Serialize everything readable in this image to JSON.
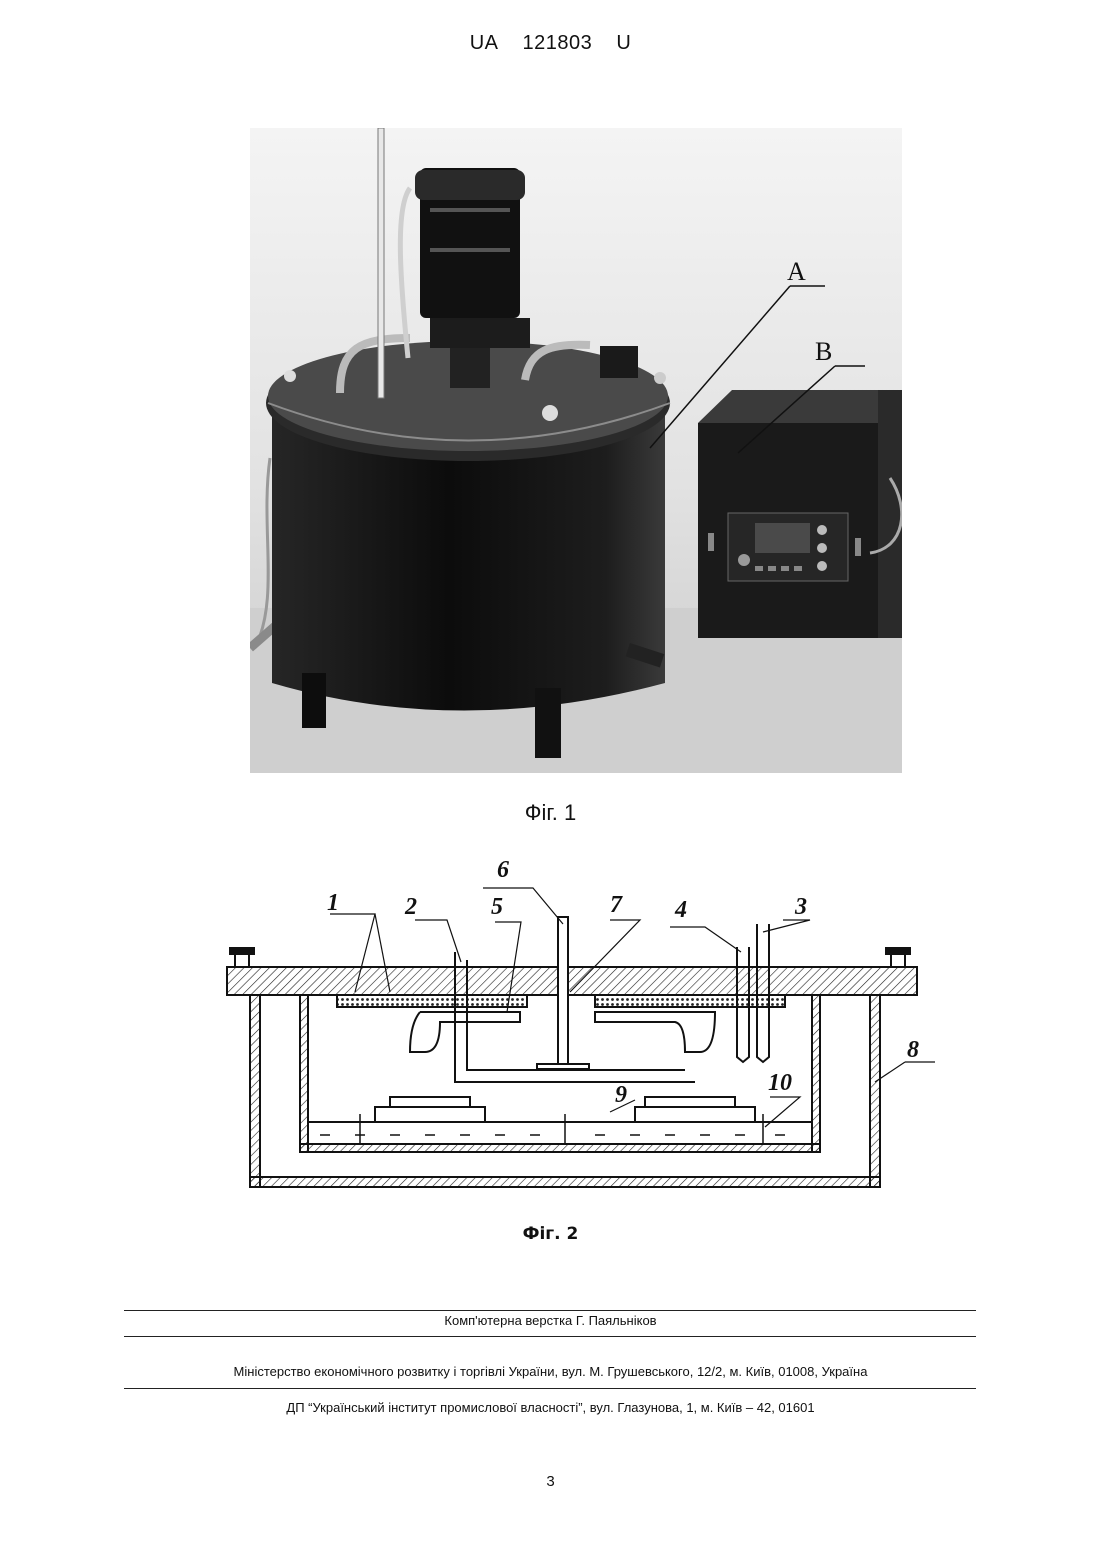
{
  "header": {
    "country": "UA",
    "number": "121803",
    "kind": "U"
  },
  "figure1": {
    "caption": "Фіг. 1",
    "labels": {
      "a": "A",
      "b": "B"
    }
  },
  "figure2": {
    "caption": "Фіг. 2",
    "labels": [
      "1",
      "2",
      "5",
      "6",
      "7",
      "4",
      "3",
      "8",
      "9",
      "10"
    ]
  },
  "footer": {
    "layout_credit": "Комп'ютерна верстка Г. Паяльніков",
    "ministry": "Міністерство економічного розвитку і торгівлі України, вул. М. Грушевського, 12/2, м. Київ, 01008, Україна",
    "institute": "ДП “Український інститут промислової власності”, вул. Глазунова, 1, м. Київ – 42, 01601"
  },
  "page_number": "3"
}
